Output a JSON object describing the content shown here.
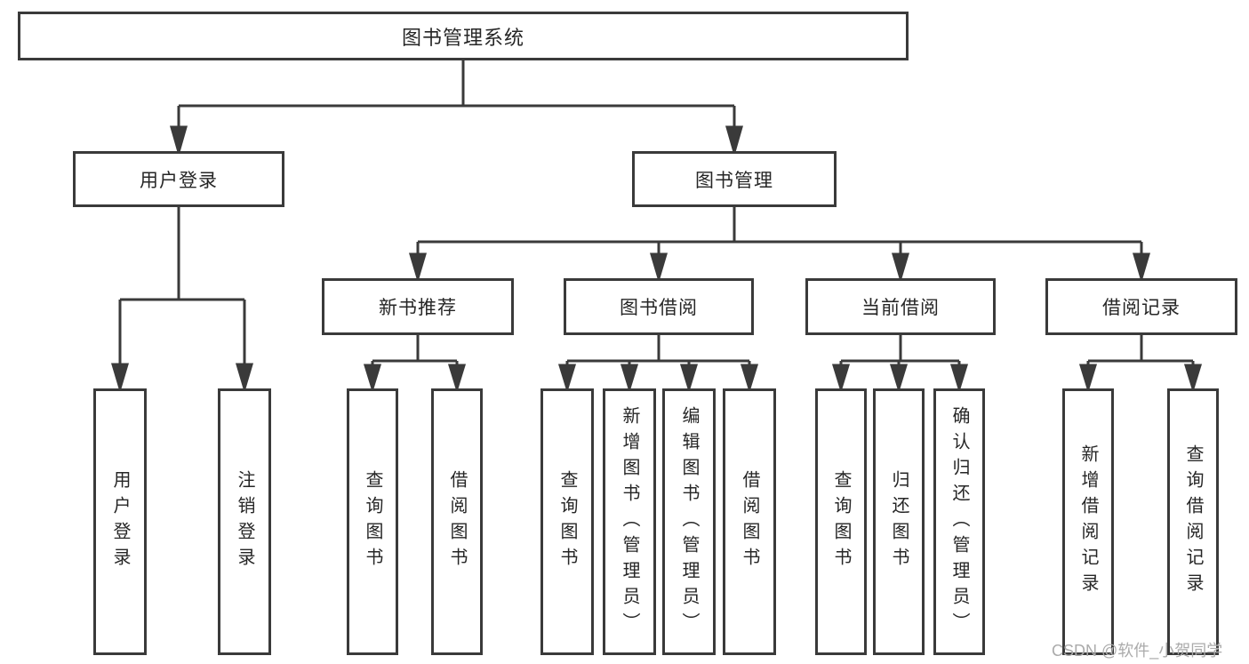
{
  "diagram": {
    "root_label": "图书管理系统",
    "level2": {
      "user_login_label": "用户登录",
      "book_management_label": "图书管理"
    },
    "level3": {
      "new_book_label": "新书推荐",
      "book_borrow_label": "图书借阅",
      "current_borrow_label": "当前借阅",
      "borrow_record_label": "借阅记录"
    },
    "leaves": {
      "user_login": "用户登录",
      "logout": "注销登录",
      "nb_query_books": "查询图书",
      "nb_borrow_books": "借阅图书",
      "bb_query_books": "查询图书",
      "bb_add_books_admin": "新增图书（管理员）",
      "bb_edit_books_admin": "编辑图书（管理员）",
      "bb_borrow_books": "借阅图书",
      "cb_query_books": "查询图书",
      "cb_return_books": "归还图书",
      "cb_confirm_return_admin": "确认归还（管理员）",
      "br_add_record": "新增借阅记录",
      "br_query_record": "查询借阅记录"
    }
  },
  "watermark": "CSDN @软件_小贺同学",
  "colors": {
    "line": "#3a3a3a",
    "text": "#262626",
    "watermark": "#ababab",
    "background": "#ffffff"
  }
}
